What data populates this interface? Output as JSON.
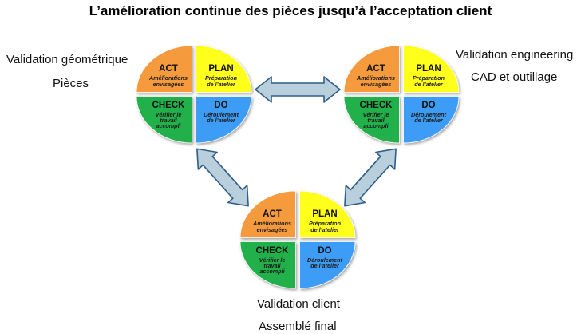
{
  "title": "L’amélioration continue des pièces jusqu’à l’acceptation client",
  "colors": {
    "act": "#f59a3c",
    "plan": "#ffff1e",
    "check": "#22b04b",
    "do": "#3c9cf5",
    "arrow_fill": "#b9cfdc",
    "arrow_stroke": "#2f5d8a"
  },
  "cycle": {
    "act": {
      "title": "ACT",
      "sub1": "Améliorations",
      "sub2": "envisagées"
    },
    "plan": {
      "title": "PLAN",
      "sub1": "Préparation",
      "sub2": "de l’atelier"
    },
    "check": {
      "title": "CHECK",
      "sub1": "Vérifier le",
      "sub2": "travail",
      "sub3": "accompli"
    },
    "do": {
      "title": "DO",
      "sub1": "Déroulement",
      "sub2": "de l’atelier"
    }
  },
  "stages": {
    "left": {
      "line1": "Validation géométrique",
      "line2": "Pièces"
    },
    "right": {
      "line1": "Validation engineering",
      "line2": "CAD et outillage"
    },
    "bottom": {
      "line1": "Validation client",
      "line2": "Assemblé final"
    }
  }
}
